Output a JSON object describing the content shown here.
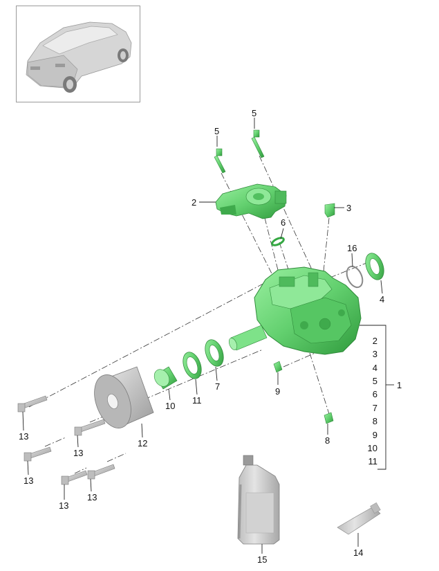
{
  "diagram": {
    "callouts": {
      "c1": "1",
      "c2": "2",
      "c3": "3",
      "c4": "4",
      "c5a": "5",
      "c5b": "5",
      "c6": "6",
      "c7": "7",
      "c8": "8",
      "c9": "9",
      "c10": "10",
      "c11": "11",
      "c12": "12",
      "c13a": "13",
      "c13b": "13",
      "c13c": "13",
      "c13d": "13",
      "c13e": "13",
      "c14": "14",
      "c15": "15",
      "c16": "16"
    },
    "bracket_list": [
      "2",
      "3",
      "4",
      "5",
      "6",
      "7",
      "8",
      "9",
      "10",
      "11"
    ],
    "colors": {
      "part_green": "#6fdc7a",
      "part_green_dark": "#3fae4c",
      "part_grey": "#c9c9c9",
      "line": "#222222"
    }
  }
}
